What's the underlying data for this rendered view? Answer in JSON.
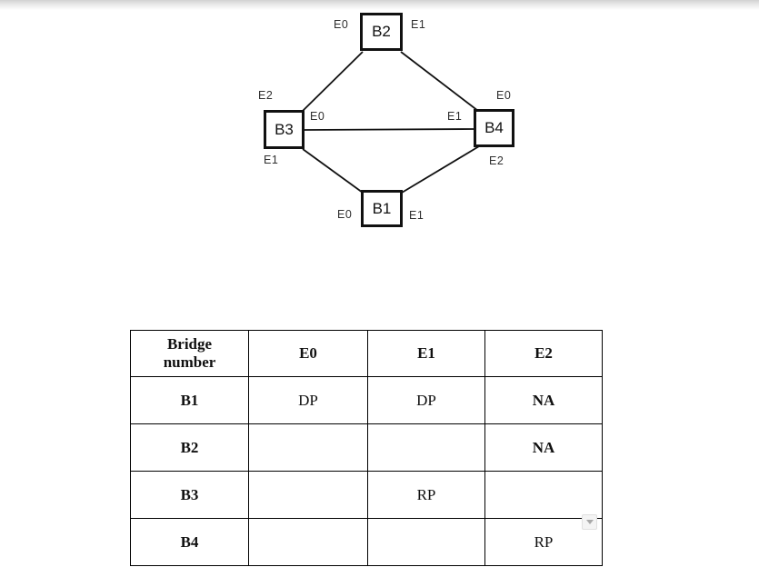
{
  "diagram": {
    "nodes": [
      {
        "id": "B2",
        "label": "B2"
      },
      {
        "id": "B3",
        "label": "B3"
      },
      {
        "id": "B4",
        "label": "B4"
      },
      {
        "id": "B1",
        "label": "B1"
      }
    ],
    "ports": [
      {
        "node": "B2",
        "text": "E0"
      },
      {
        "node": "B2",
        "text": "E1"
      },
      {
        "node": "B3",
        "text": "E2"
      },
      {
        "node": "B3",
        "text": "E0"
      },
      {
        "node": "B3",
        "text": "E1"
      },
      {
        "node": "B4",
        "text": "E0"
      },
      {
        "node": "B4",
        "text": "E1"
      },
      {
        "node": "B4",
        "text": "E2"
      },
      {
        "node": "B1",
        "text": "E0"
      },
      {
        "node": "B1",
        "text": "E1"
      }
    ],
    "edges": [
      {
        "from": "B3.E2",
        "to": "B2.E0"
      },
      {
        "from": "B2.E1",
        "to": "B4.E0"
      },
      {
        "from": "B3.E0",
        "to": "B4.E1"
      },
      {
        "from": "B3.E1",
        "to": "B1.E0"
      },
      {
        "from": "B1.E1",
        "to": "B4.E2"
      }
    ]
  },
  "table": {
    "headers": [
      "Bridge number",
      "E0",
      "E1",
      "E2"
    ],
    "rows": [
      {
        "label": "B1",
        "cells": [
          "DP",
          "DP",
          "NA"
        ]
      },
      {
        "label": "B2",
        "cells": [
          "",
          "",
          "NA"
        ]
      },
      {
        "label": "B3",
        "cells": [
          "",
          "RP",
          ""
        ]
      },
      {
        "label": "B4",
        "cells": [
          "",
          "",
          "RP"
        ]
      }
    ]
  },
  "icons": {
    "dropdown": "chevron-down-icon"
  },
  "colors": {
    "line": "#111111",
    "table_border": "#000000",
    "port_label": "#2f2f2f",
    "dropdown_arrow": "#a9a9a9",
    "top_gradient_start": "#d2d2d2"
  }
}
